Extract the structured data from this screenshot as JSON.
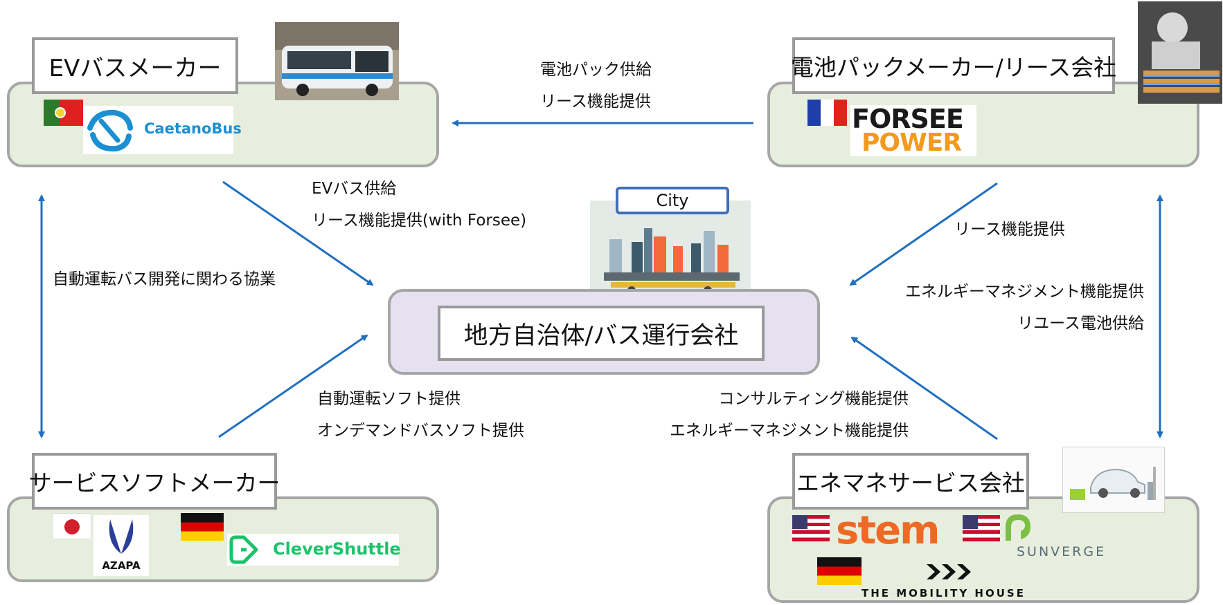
{
  "nodes": {
    "ev_bus_maker": {
      "title": "EVバスメーカー",
      "company": "CaetanoBus"
    },
    "battery_maker": {
      "title": "電池パックメーカー/リース会社",
      "company_line1": "FORSEE",
      "company_line2": "POWER"
    },
    "service_software": {
      "title": "サービスソフトメーカー",
      "company_a": "AZAPA",
      "company_b": "CleverShuttle"
    },
    "energy_service": {
      "title": "エネマネサービス会社",
      "company_a": "stem",
      "company_b": "SUNVERGE",
      "company_c": "THE MOBILITY HOUSE"
    },
    "center": {
      "title": "地方自治体/バス運行会社",
      "city_label": "City"
    }
  },
  "edges": {
    "battery_to_bus": [
      "電池パック供給",
      "リース機能提供"
    ],
    "bus_to_center": [
      "EVバス供給",
      "リース機能提供(with Forsee)"
    ],
    "bus_software_collab": [
      "自動運転バス開発に関わる協業"
    ],
    "battery_to_center": [
      "リース機能提供"
    ],
    "battery_energy_link": [
      "エネルギーマネジメント機能提供",
      "リユース電池供給"
    ],
    "software_to_center": [
      "自動運転ソフト提供",
      "オンデマンドバスソフト提供"
    ],
    "energy_to_center": [
      "コンサルティング機能提供",
      "エネルギーマネジメント機能提供"
    ]
  },
  "colors": {
    "arrow": "#1f6fc0",
    "panel_fill": "#e8eedd",
    "center_fill": "#e6e1ef",
    "panel_border": "#a6a6a6",
    "caetano_blue": "#1a8fd1",
    "forsee_orange": "#f39a1e",
    "stem_orange": "#ee6a24",
    "clever_green": "#19c36a"
  },
  "icons": [
    "portugal-flag",
    "france-flag",
    "japan-flag",
    "germany-flag",
    "usa-flag",
    "bus-photo",
    "battery-factory-photo",
    "city-illustration",
    "ev-charging-illustration"
  ]
}
